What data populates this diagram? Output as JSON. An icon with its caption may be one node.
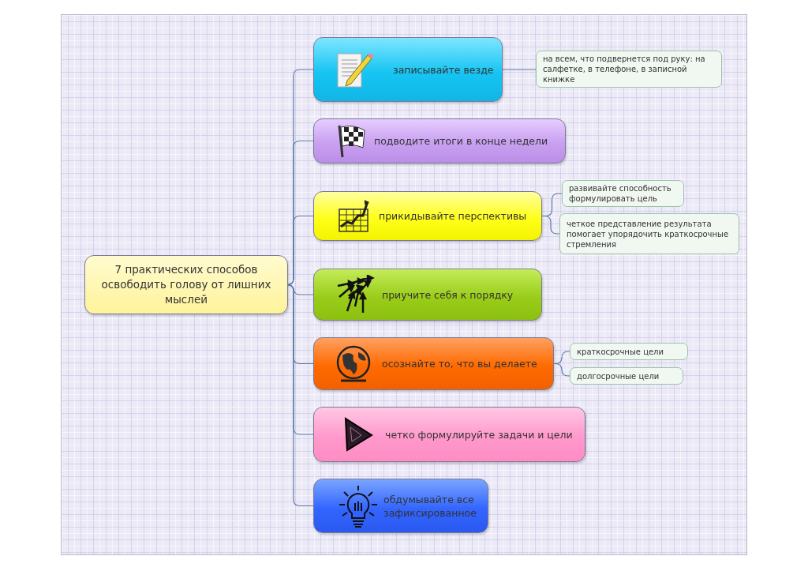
{
  "diagram": {
    "nodes": [
      {
        "text": [
          "7 практических способов освободить голову от лишних мыслей"
        ]
      },
      {
        "text": [
          "записывайте везде"
        ]
      },
      {
        "text": [
          "на всем, что подвернется под руку: на салфетке, в телефоне, в записной книжке"
        ]
      },
      {
        "text": [
          "подводите итоги в конце недели"
        ]
      },
      {
        "text": [
          "прикидывайте перспективы"
        ]
      },
      {
        "text": [
          "развивайте способность формулировать цель"
        ]
      },
      {
        "text": [
          "четкое представление результата помогает упорядочить краткосрочные стремления"
        ]
      },
      {
        "text": [
          "приучите себя к порядку"
        ]
      },
      {
        "text": [
          "осознайте то, что вы делаете"
        ]
      },
      {
        "text": [
          "краткосрочные цели"
        ]
      },
      {
        "text": [
          "долгосрочные цели"
        ]
      },
      {
        "text": [
          "четко формулируйте задачи и цели"
        ]
      },
      {
        "text": [
          "обдумывайте все зафиксированное"
        ]
      }
    ],
    "edges": [
      {
        "from": 0,
        "to": 1,
        "arrow": "none"
      },
      {
        "from": 0,
        "to": 3,
        "arrow": "none"
      },
      {
        "from": 0,
        "to": 4,
        "arrow": "none"
      },
      {
        "from": 0,
        "to": 7,
        "arrow": "none"
      },
      {
        "from": 0,
        "to": 8,
        "arrow": "none"
      },
      {
        "from": 0,
        "to": 11,
        "arrow": "none"
      },
      {
        "from": 0,
        "to": 12,
        "arrow": "none"
      },
      {
        "from": 1,
        "to": 2,
        "arrow": "none"
      },
      {
        "from": 4,
        "to": 5,
        "arrow": "none"
      },
      {
        "from": 4,
        "to": 6,
        "arrow": "none"
      },
      {
        "from": 8,
        "to": 9,
        "arrow": "none"
      },
      {
        "from": 8,
        "to": 10,
        "arrow": "none"
      }
    ]
  }
}
